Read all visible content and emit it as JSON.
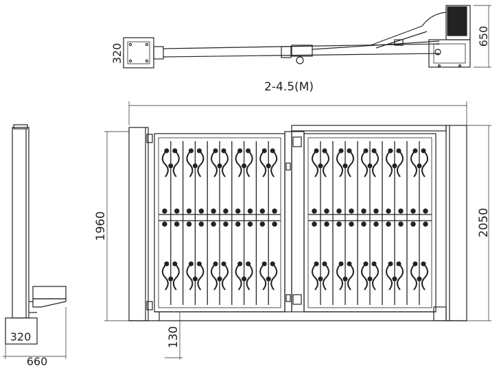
{
  "drawing": {
    "stroke_color": "#222222",
    "background": "#ffffff",
    "top_view": {
      "post_dim": "320",
      "motor_dim": "650"
    },
    "width_label": "2-4.5(M)",
    "front_view": {
      "left_height": "1960",
      "right_height": "2050",
      "ground_gap": "130"
    },
    "side_view": {
      "base_dim": "320",
      "depth_dim": "660"
    }
  }
}
